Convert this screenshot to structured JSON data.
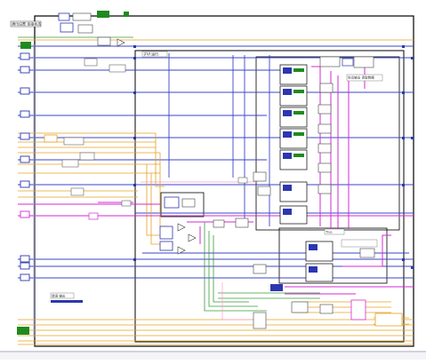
{
  "labels": {
    "top_left_caption": "通讯设置 连接状态",
    "inner_struct_caption": "子VI 运行",
    "right_cluster_caption": "协议输出 读取数据",
    "mid_case_caption": "True",
    "bottom_left_caption": "错误 输出"
  },
  "colors": {
    "bg": "#ffffff",
    "outer_frame": "#000000",
    "wire_blue": "#3a44c9",
    "wire_orange": "#e6a020",
    "wire_magenta": "#d62ad6",
    "wire_green": "#3a9a3a",
    "wire_pink": "#ff7fbf",
    "node_green": "#1f8a1f",
    "node_blue": "#2c36b0",
    "divider": "#b8b8c8"
  }
}
